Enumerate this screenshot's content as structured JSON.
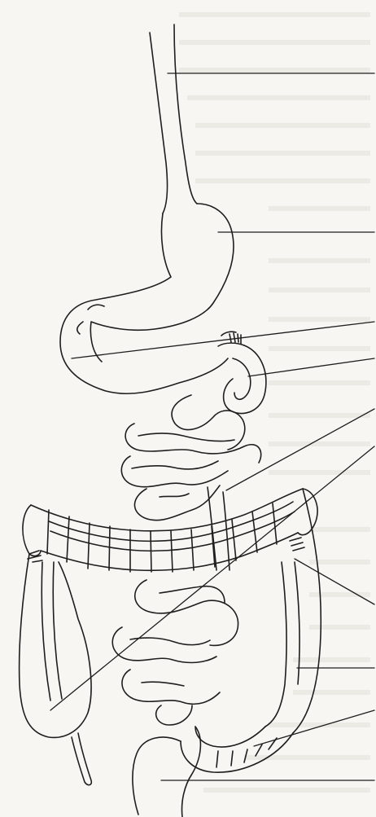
{
  "figure": {
    "description_hidden": "",
    "colors": {
      "paper": "#f7f6f2",
      "ink": "#1e1e1e",
      "bleed_text": "#d9d6cf"
    },
    "label_lines": [
      {
        "id": "esophagus"
      },
      {
        "id": "stomach"
      },
      {
        "id": "pylorus"
      },
      {
        "id": "duodenum"
      },
      {
        "id": "small-intestine"
      },
      {
        "id": "cecum-appendix"
      },
      {
        "id": "transverse-colon"
      },
      {
        "id": "descending-colon"
      },
      {
        "id": "sigmoid-colon"
      },
      {
        "id": "rectum"
      }
    ]
  }
}
